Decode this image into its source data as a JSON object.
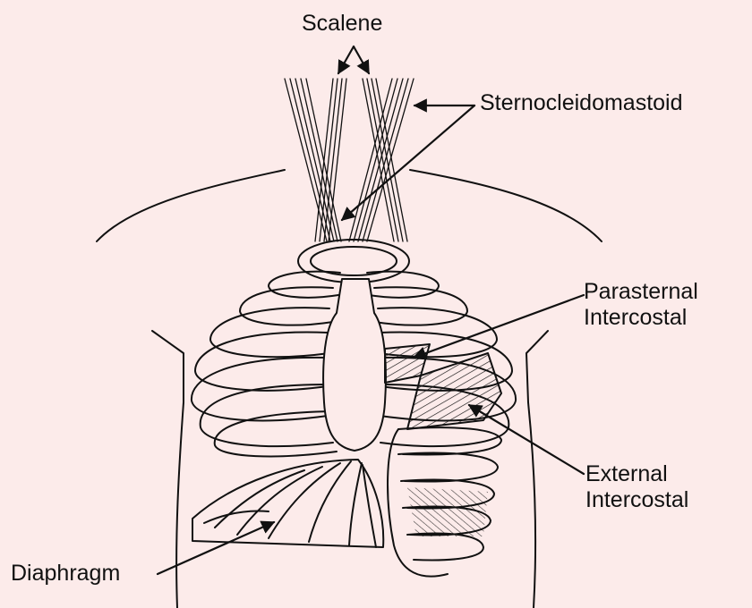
{
  "labels": {
    "scalene": "Scalene",
    "sternocleidomastoid": "Sternocleidomastoid",
    "parasternal": [
      "Parasternal",
      "Intercostal"
    ],
    "external": [
      "External",
      "Intercostal"
    ],
    "diaphragm": "Diaphragm"
  },
  "colors": {
    "background": "#fcebea",
    "ink": "#111111"
  }
}
